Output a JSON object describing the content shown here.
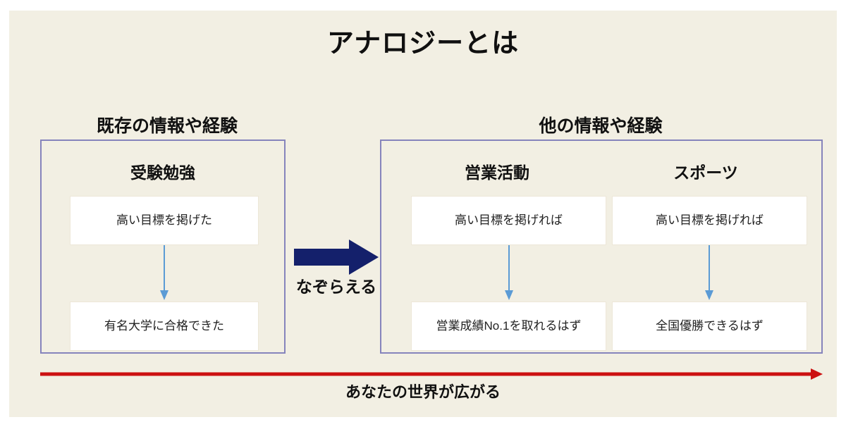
{
  "slide": {
    "title": "アナロジーとは",
    "background_color": "#F2EFE3",
    "panel_border_color": "#8684BC",
    "connector_color": "#5B9BD5",
    "block_arrow_color": "#14206B",
    "bottom_arrow_color": "#CC1111"
  },
  "left_section": {
    "heading": "既存の情報や経験",
    "column": {
      "title": "受験勉強",
      "top_box": "高い目標を掲げた",
      "bottom_box": "有名大学に合格できた"
    }
  },
  "middle": {
    "arrow_label": "なぞらえる",
    "arrow_icon": "right-block-arrow-icon"
  },
  "right_section": {
    "heading": "他の情報や経験",
    "columns": [
      {
        "title": "営業活動",
        "top_box": "高い目標を掲げれば",
        "bottom_box": "営業成績No.1を取れるはず"
      },
      {
        "title": "スポーツ",
        "top_box": "高い目標を掲げれば",
        "bottom_box": "全国優勝できるはず"
      }
    ]
  },
  "footer": {
    "caption": "あなたの世界が広がる",
    "arrow_icon": "right-line-arrow-icon"
  }
}
